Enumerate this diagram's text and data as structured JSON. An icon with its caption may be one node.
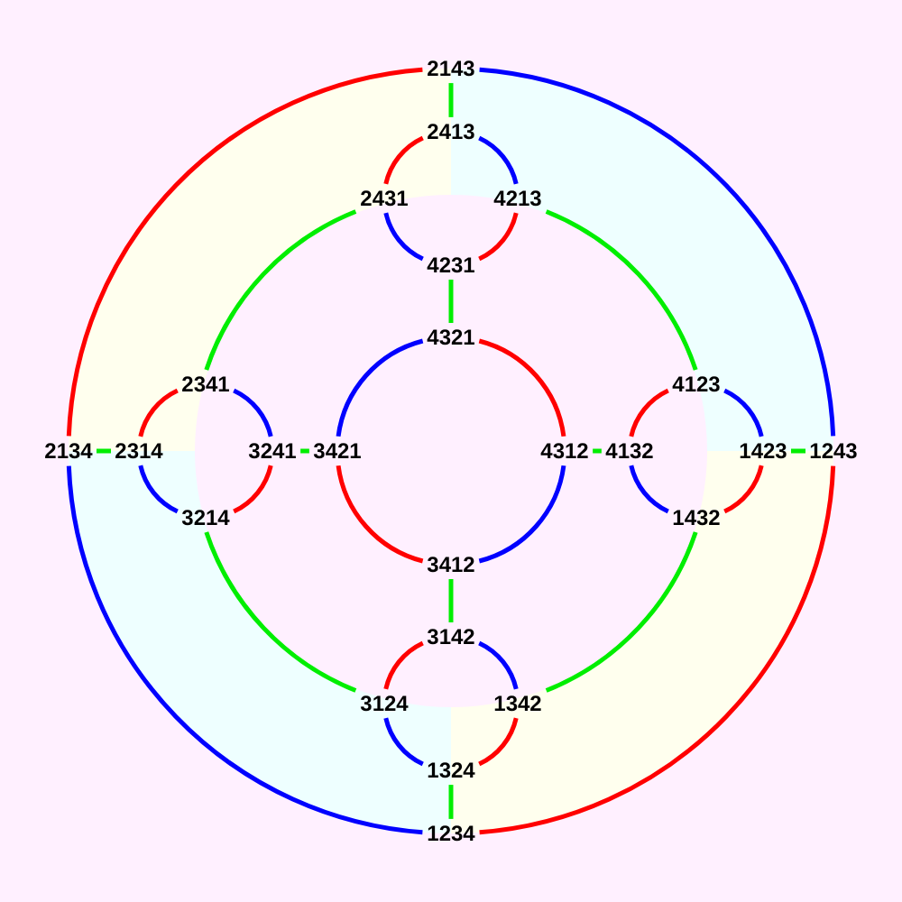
{
  "diagram": {
    "nodes": [
      {
        "text": [
          "2143"
        ]
      },
      {
        "text": [
          "2413"
        ]
      },
      {
        "text": [
          "2431"
        ]
      },
      {
        "text": [
          "4213"
        ]
      },
      {
        "text": [
          "4231"
        ]
      },
      {
        "text": [
          "4321"
        ]
      },
      {
        "text": [
          "2341"
        ]
      },
      {
        "text": [
          "4123"
        ]
      },
      {
        "text": [
          "2134"
        ]
      },
      {
        "text": [
          "2314"
        ]
      },
      {
        "text": [
          "3241"
        ]
      },
      {
        "text": [
          "3421"
        ]
      },
      {
        "text": [
          "4312"
        ]
      },
      {
        "text": [
          "4132"
        ]
      },
      {
        "text": [
          "1423"
        ]
      },
      {
        "text": [
          "1243"
        ]
      },
      {
        "text": [
          "3214"
        ]
      },
      {
        "text": [
          "1432"
        ]
      },
      {
        "text": [
          "3412"
        ]
      },
      {
        "text": [
          "3142"
        ]
      },
      {
        "text": [
          "3124"
        ]
      },
      {
        "text": [
          "1342"
        ]
      },
      {
        "text": [
          "1324"
        ]
      },
      {
        "text": [
          "1234"
        ]
      }
    ],
    "edges": [
      {
        "from": 0,
        "to": 1,
        "arrow": "none",
        "color": "#00ee00"
      },
      {
        "from": 0,
        "to": 8,
        "arrow": "none",
        "color": "#ff0000"
      },
      {
        "from": 0,
        "to": 15,
        "arrow": "none",
        "color": "#0000ff"
      },
      {
        "from": 1,
        "to": 2,
        "arrow": "none",
        "color": "#ff0000"
      },
      {
        "from": 1,
        "to": 3,
        "arrow": "none",
        "color": "#0000ff"
      },
      {
        "from": 2,
        "to": 4,
        "arrow": "none",
        "color": "#0000ff"
      },
      {
        "from": 3,
        "to": 4,
        "arrow": "none",
        "color": "#ff0000"
      },
      {
        "from": 2,
        "to": 6,
        "arrow": "none",
        "color": "#00ee00"
      },
      {
        "from": 3,
        "to": 7,
        "arrow": "none",
        "color": "#00ee00"
      },
      {
        "from": 4,
        "to": 5,
        "arrow": "none",
        "color": "#00ee00"
      },
      {
        "from": 5,
        "to": 11,
        "arrow": "none",
        "color": "#0000ff"
      },
      {
        "from": 5,
        "to": 12,
        "arrow": "none",
        "color": "#ff0000"
      },
      {
        "from": 6,
        "to": 9,
        "arrow": "none",
        "color": "#ff0000"
      },
      {
        "from": 6,
        "to": 10,
        "arrow": "none",
        "color": "#0000ff"
      },
      {
        "from": 8,
        "to": 9,
        "arrow": "none",
        "color": "#00ee00"
      },
      {
        "from": 9,
        "to": 16,
        "arrow": "none",
        "color": "#0000ff"
      },
      {
        "from": 10,
        "to": 16,
        "arrow": "none",
        "color": "#ff0000"
      },
      {
        "from": 10,
        "to": 11,
        "arrow": "none",
        "color": "#00ee00"
      },
      {
        "from": 12,
        "to": 13,
        "arrow": "none",
        "color": "#00ee00"
      },
      {
        "from": 7,
        "to": 13,
        "arrow": "none",
        "color": "#ff0000"
      },
      {
        "from": 7,
        "to": 14,
        "arrow": "none",
        "color": "#0000ff"
      },
      {
        "from": 13,
        "to": 17,
        "arrow": "none",
        "color": "#0000ff"
      },
      {
        "from": 14,
        "to": 17,
        "arrow": "none",
        "color": "#ff0000"
      },
      {
        "from": 14,
        "to": 15,
        "arrow": "none",
        "color": "#00ee00"
      },
      {
        "from": 11,
        "to": 18,
        "arrow": "none",
        "color": "#ff0000"
      },
      {
        "from": 12,
        "to": 18,
        "arrow": "none",
        "color": "#0000ff"
      },
      {
        "from": 16,
        "to": 20,
        "arrow": "none",
        "color": "#00ee00"
      },
      {
        "from": 17,
        "to": 21,
        "arrow": "none",
        "color": "#00ee00"
      },
      {
        "from": 18,
        "to": 19,
        "arrow": "none",
        "color": "#00ee00"
      },
      {
        "from": 19,
        "to": 20,
        "arrow": "none",
        "color": "#ff0000"
      },
      {
        "from": 19,
        "to": 21,
        "arrow": "none",
        "color": "#0000ff"
      },
      {
        "from": 20,
        "to": 22,
        "arrow": "none",
        "color": "#0000ff"
      },
      {
        "from": 21,
        "to": 22,
        "arrow": "none",
        "color": "#ff0000"
      },
      {
        "from": 8,
        "to": 23,
        "arrow": "none",
        "color": "#0000ff"
      },
      {
        "from": 15,
        "to": 23,
        "arrow": "none",
        "color": "#ff0000"
      },
      {
        "from": 22,
        "to": 23,
        "arrow": "none",
        "color": "#00ee00"
      }
    ]
  }
}
